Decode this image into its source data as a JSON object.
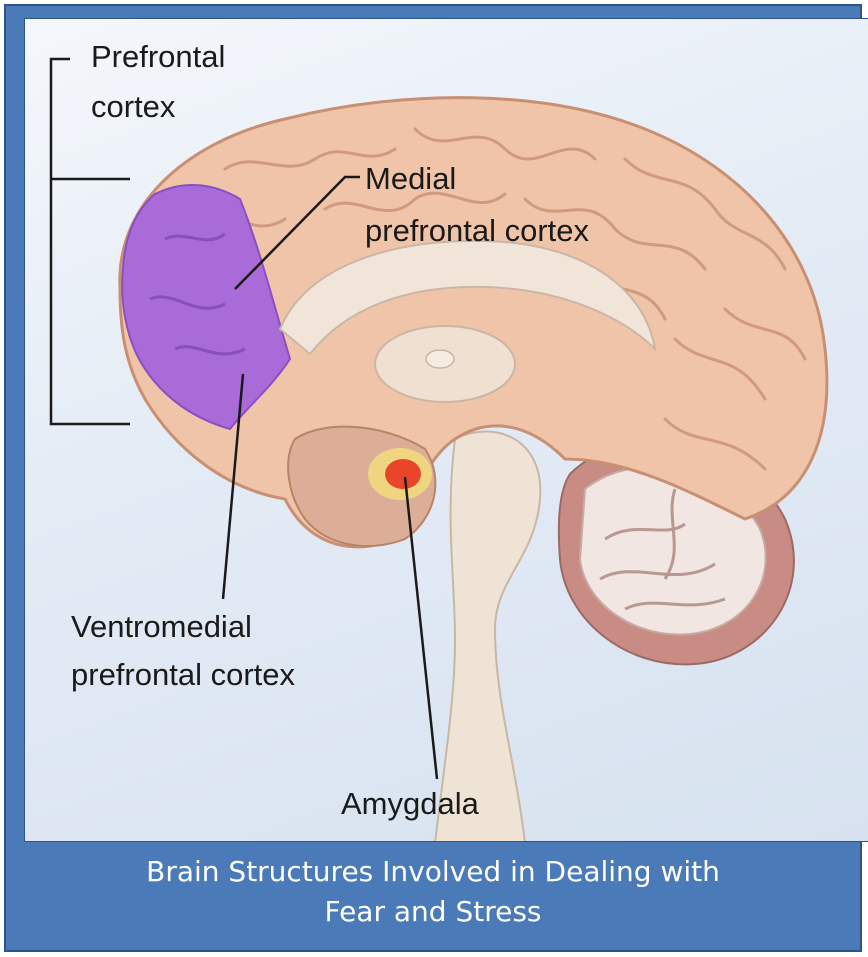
{
  "labels": {
    "prefrontal_line1": "Prefrontal",
    "prefrontal_line2": "cortex",
    "medial_line1": "Medial",
    "medial_line2": "prefrontal cortex",
    "ventromedial_line1": "Ventromedial",
    "ventromedial_line2": "prefrontal cortex",
    "amygdala": "Amygdala"
  },
  "caption": {
    "line1": "Brain Structures Involved in Dealing with",
    "line2": "Fear and Stress"
  },
  "colors": {
    "frame": "#4a7ab8",
    "cortex": "#f0c4a8",
    "prefrontal_highlight": "#a96bd8",
    "amygdala": "#e8452a",
    "brainstem": "#efe3d6"
  }
}
